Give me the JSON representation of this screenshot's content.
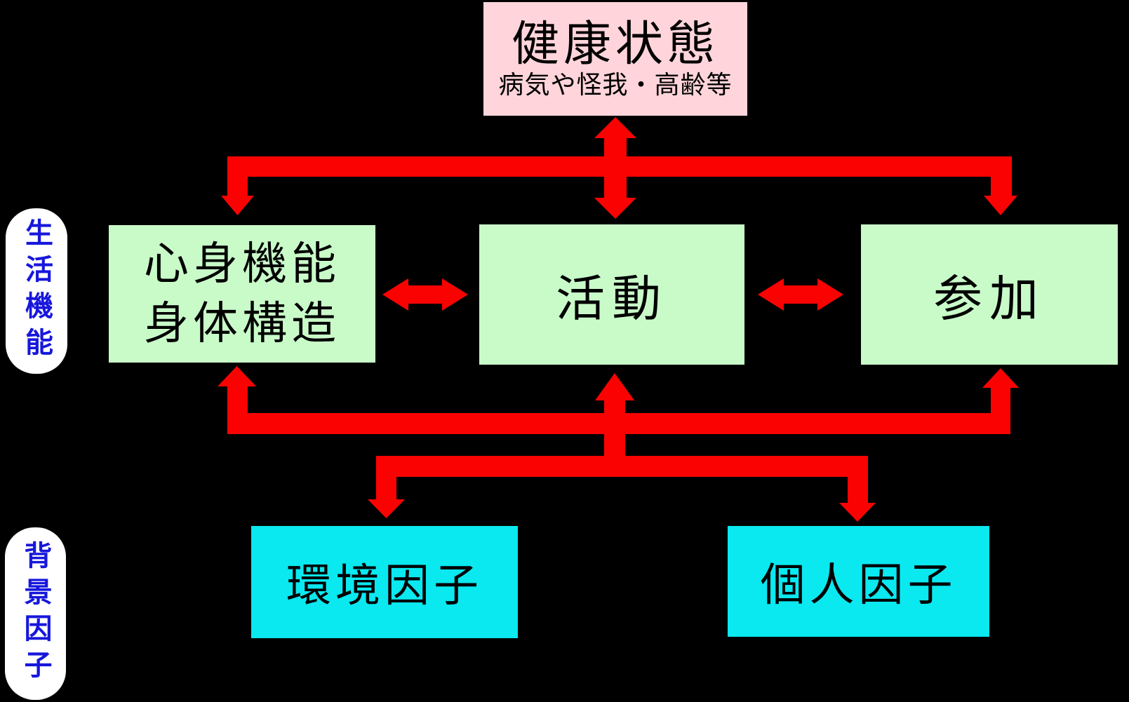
{
  "diagram": {
    "health_box": {
      "title": "健康状態",
      "subtitle": "病気や怪我・高齢等"
    },
    "side_labels": {
      "life_functions": "生活機能",
      "background_factors": "背景因子"
    },
    "function_boxes": {
      "body_functions_line1": "心身機能",
      "body_functions_line2": "身体構造",
      "activity": "活動",
      "participation": "参加"
    },
    "factor_boxes": {
      "environmental": "環境因子",
      "personal": "個人因子"
    },
    "colors": {
      "background": "#000000",
      "health_box_fill": "#FFD5DB",
      "function_box_fill": "#C9FBC9",
      "factor_box_fill": "#0AE8F0",
      "arrow_red": "#FA0202",
      "side_label_text": "#1717DC",
      "side_label_fill": "#FFFFFF",
      "box_text": "#000000"
    }
  }
}
